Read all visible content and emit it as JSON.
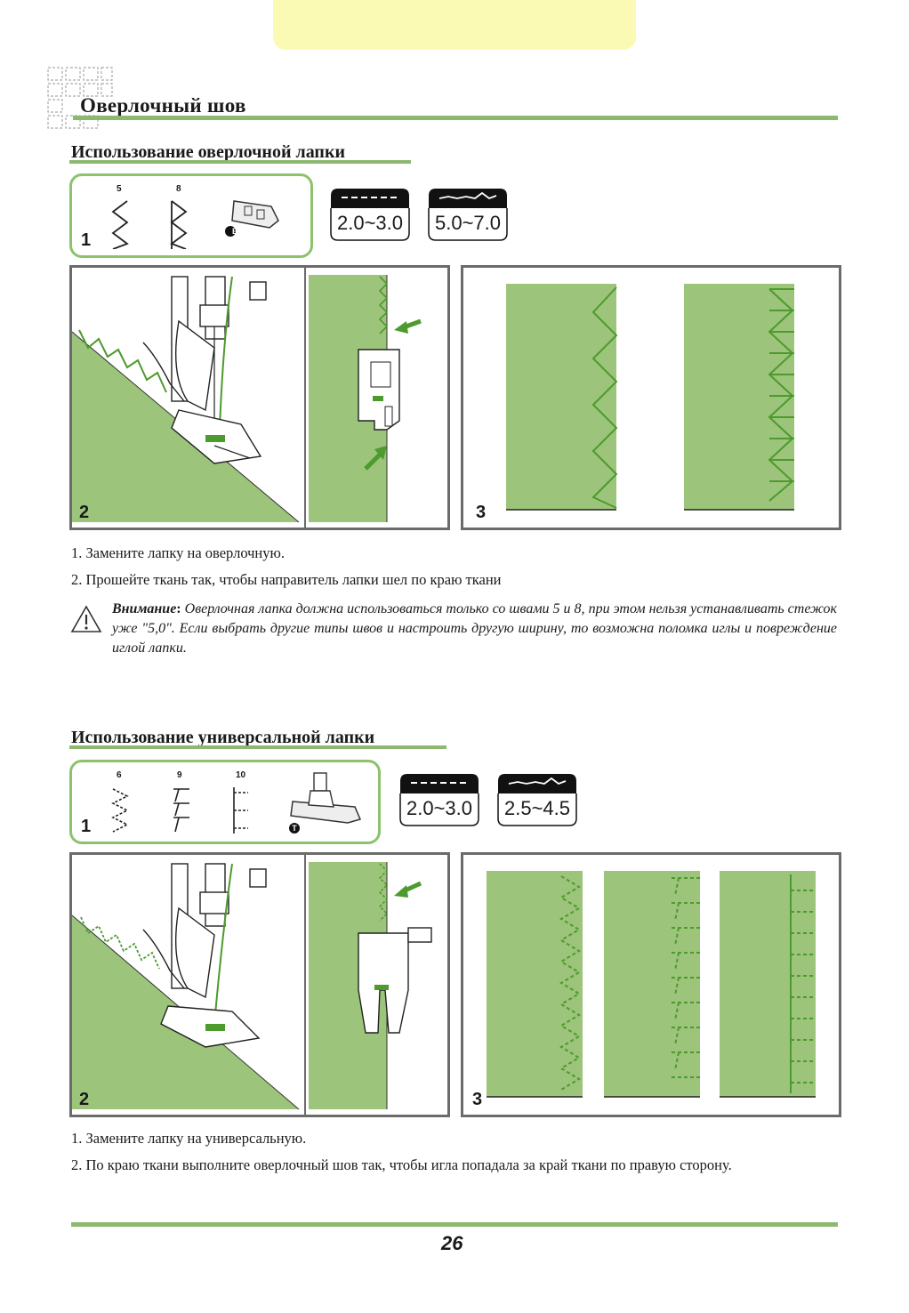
{
  "section_title": "Оверлочный шов",
  "overlock_foot": {
    "heading": "Использование оверлочной лапки",
    "stitch_numbers": [
      "5",
      "8"
    ],
    "foot_letter": "E",
    "length_setting": "2.0~3.0",
    "width_setting": "5.0~7.0",
    "figure_labels": [
      "1",
      "2",
      "3"
    ],
    "steps": [
      "1.  Замените лапку на оверлочную.",
      "2.  Прошейте ткань так,  чтобы направитель лапки шел по краю ткани"
    ],
    "note_label": "Внимание",
    "note_colon": ":",
    "note_text": " Оверлочная лапка должна использоваться только со швами 5 и 8, при этом нельзя устанавливать стежок уже \"5,0\". Если выбрать другие типы швов и настроить другую ширину, то возможна поломка иглы и повреждение иглой лапки."
  },
  "universal_foot": {
    "heading": "Использование универсальной лапки",
    "stitch_numbers": [
      "6",
      "9",
      "10"
    ],
    "foot_letter": "T",
    "length_setting": "2.0~3.0",
    "width_setting": "2.5~4.5",
    "figure_labels": [
      "1",
      "2",
      "3"
    ],
    "steps": [
      "1.  Замените лапку на универсальную.",
      "2.  По краю ткани выполните оверлочный шов так, чтобы игла попадала за край ткани по правую сторону."
    ]
  },
  "page_number": "26",
  "colors": {
    "accent_green": "#8cc26e",
    "fabric_green": "#9cc47a",
    "stitch_green": "#4d9a2e",
    "tab_yellow": "#fafab4"
  }
}
